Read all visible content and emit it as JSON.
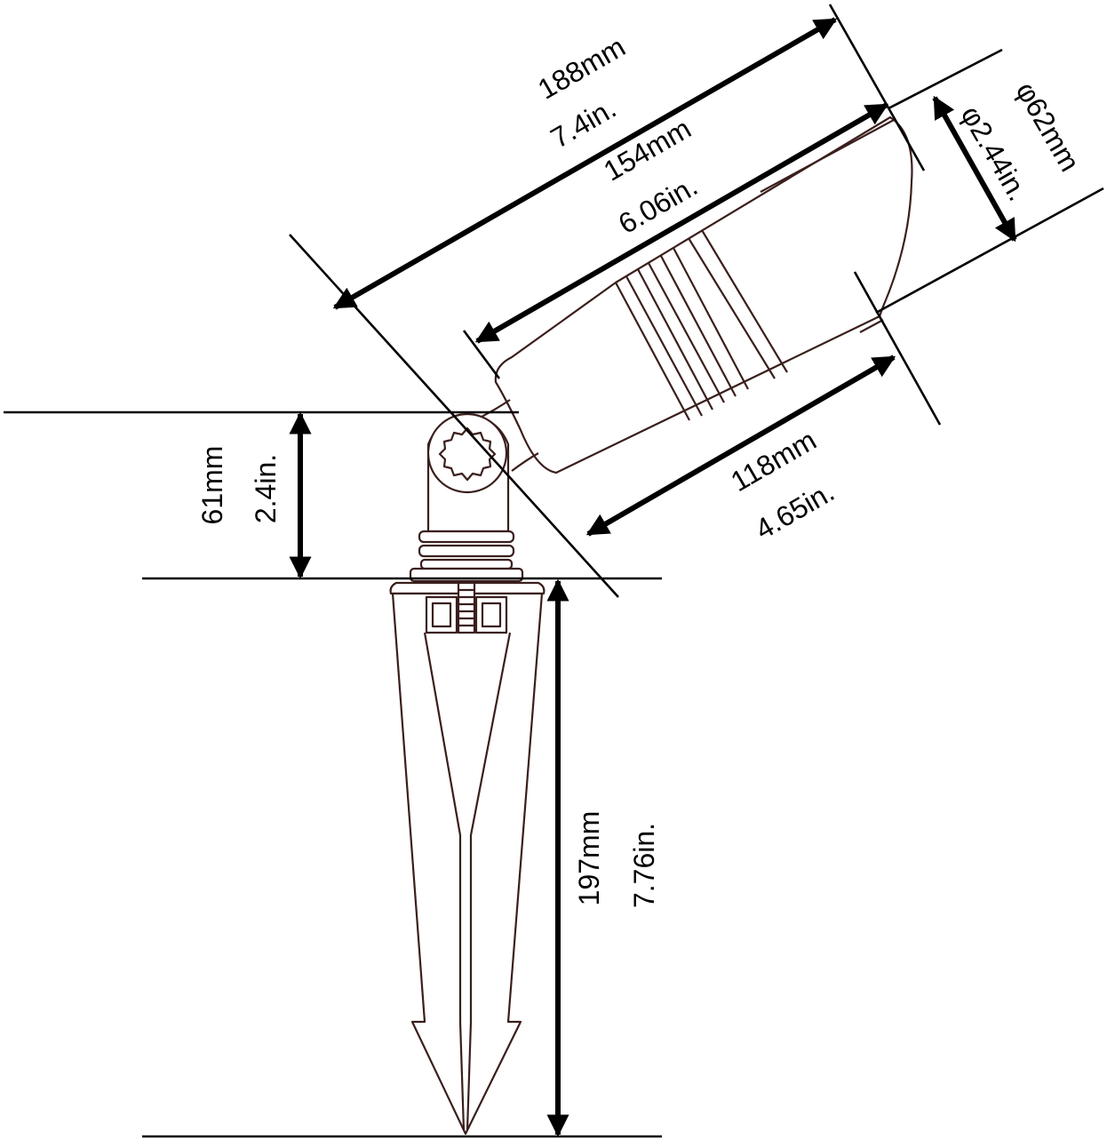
{
  "colors": {
    "ink": "#000000",
    "outline": "#3a1f1c",
    "background": "#ffffff"
  },
  "dimensions": {
    "overall_length_mm": "188mm",
    "overall_length_in": "7.4in.",
    "body_length_mm": "154mm",
    "body_length_in": "6.06in.",
    "head_length_mm": "118mm",
    "head_length_in": "4.65in.",
    "diameter_mm": "φ62mm",
    "diameter_in": "φ2.44in.",
    "knuckle_height_mm": "61mm",
    "knuckle_height_in": "2.4in.",
    "stake_length_mm": "197mm",
    "stake_length_in": "7.76in."
  }
}
